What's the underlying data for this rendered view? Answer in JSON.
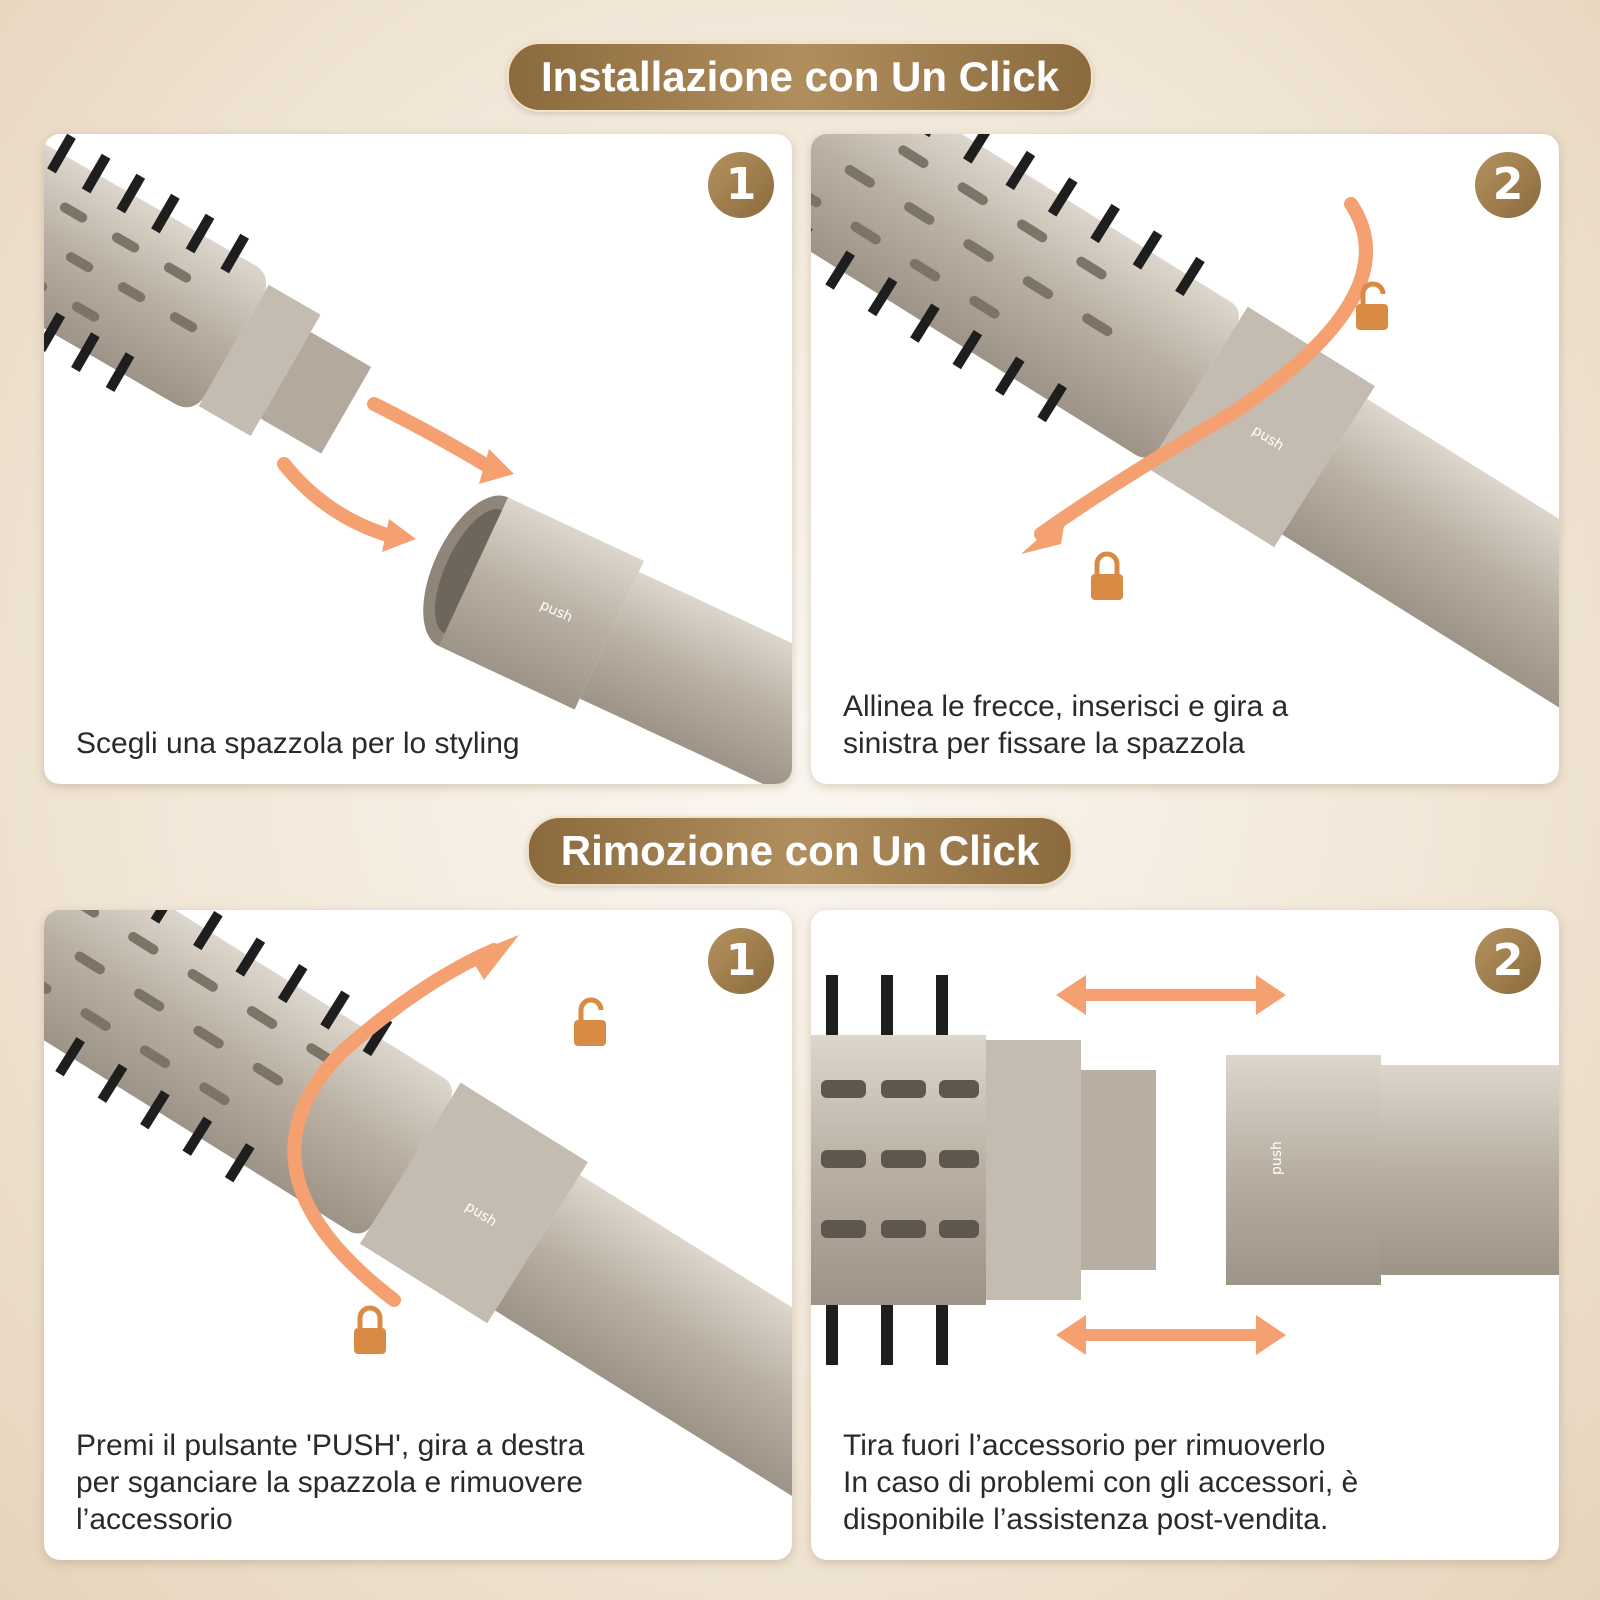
{
  "sections": [
    {
      "title": "Installazione con Un Click",
      "steps": [
        {
          "number": "1",
          "lines": [
            "Scegli una spazzola per lo styling"
          ]
        },
        {
          "number": "2",
          "lines": [
            "Allinea le frecce, inserisci e gira a",
            "sinistra per fissare la spazzola"
          ]
        }
      ]
    },
    {
      "title": "Rimozione con Un Click",
      "steps": [
        {
          "number": "1",
          "lines": [
            "Premi il pulsante 'PUSH', gira a destra",
            "per sganciare la spazzola e rimuovere",
            "l’accessorio"
          ]
        },
        {
          "number": "2",
          "lines": [
            "Tira fuori l’accessorio per rimuoverlo",
            "In caso di problemi con gli accessori, è",
            "disponibile l’assistenza post-vendita."
          ]
        }
      ]
    }
  ],
  "device_label": "push",
  "icons": [
    "lock-icon",
    "unlock-icon",
    "arrow-icon",
    "brush-icon",
    "handle-icon"
  ],
  "colors": {
    "gold": "#a07e4f",
    "arrow": "#f5a070",
    "metal": "#c9c0b4",
    "bristle": "#1e1e1e",
    "lock": "#d98b45"
  }
}
